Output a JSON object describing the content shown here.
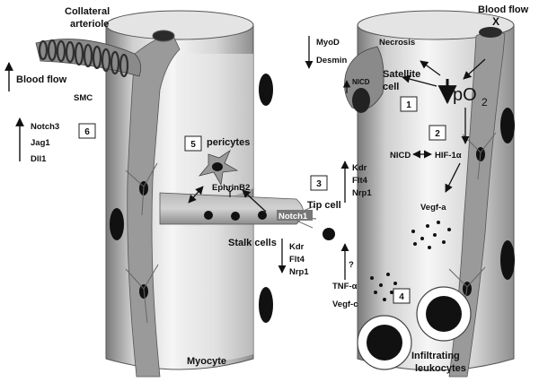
{
  "labels": {
    "collateral_line1": "Collateral",
    "collateral_line2": "arteriole",
    "blood_flow_left": "Blood flow",
    "smc": "SMC",
    "notch3": "Notch3",
    "jag1": "Jag1",
    "dll1": "Dll1",
    "pericytes": "pericytes",
    "ephrinb2": "EphrinB2",
    "notch1": "Notch1",
    "stalk_cells": "Stalk cells",
    "stalk_kdr": "Kdr",
    "stalk_flt4": "Flt4",
    "stalk_nrp1": "Nrp1",
    "myocyte": "Myocyte",
    "tip_cell": "Tip cell",
    "tip_kdr": "Kdr",
    "tip_flt4": "Flt4",
    "tip_nrp1": "Nrp1",
    "myod": "MyoD",
    "desmin": "Desmin",
    "necrosis": "Necrosis",
    "nicd_satellite": "NICD",
    "satellite_line1": "Satellite",
    "satellite_line2": "cell",
    "blood_flow_right": "Blood flow",
    "blocked_mark": "X",
    "po2": "pO",
    "po2_sub": "2",
    "nicd": "NICD",
    "hif": "HIF-1α",
    "vegfa": "Vegf-a",
    "question": "?",
    "tnfa": "TNF-α",
    "vegfc": "Vegf-c",
    "infiltrating_line1": "Infiltrating",
    "infiltrating_line2": "leukocytes"
  },
  "steps": [
    "1",
    "2",
    "3",
    "4",
    "5",
    "6"
  ]
}
